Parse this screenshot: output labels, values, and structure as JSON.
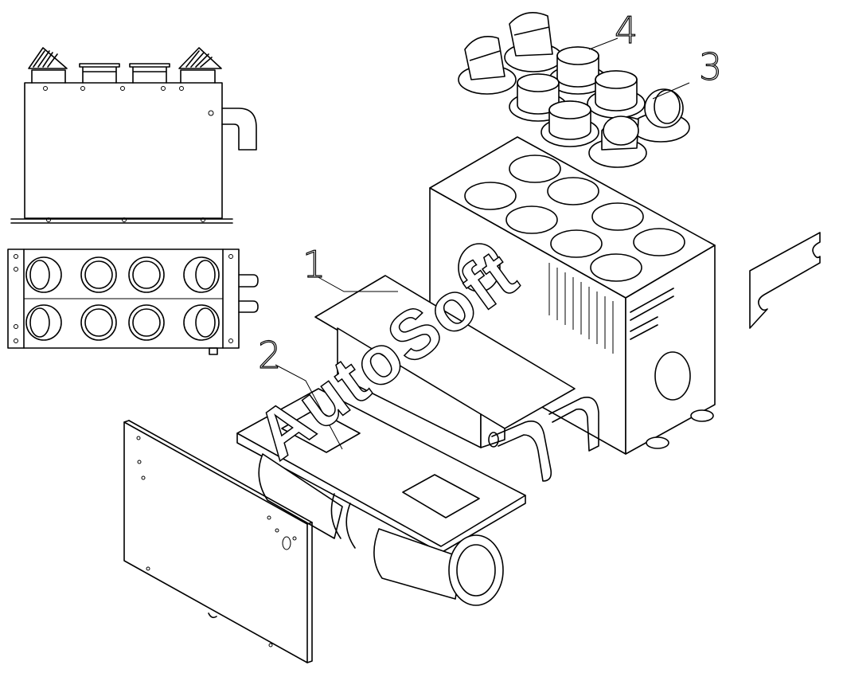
{
  "callouts": {
    "part1": "1",
    "part2": "2",
    "part3": "3",
    "part4": "4"
  },
  "watermark": "AutoSoft"
}
